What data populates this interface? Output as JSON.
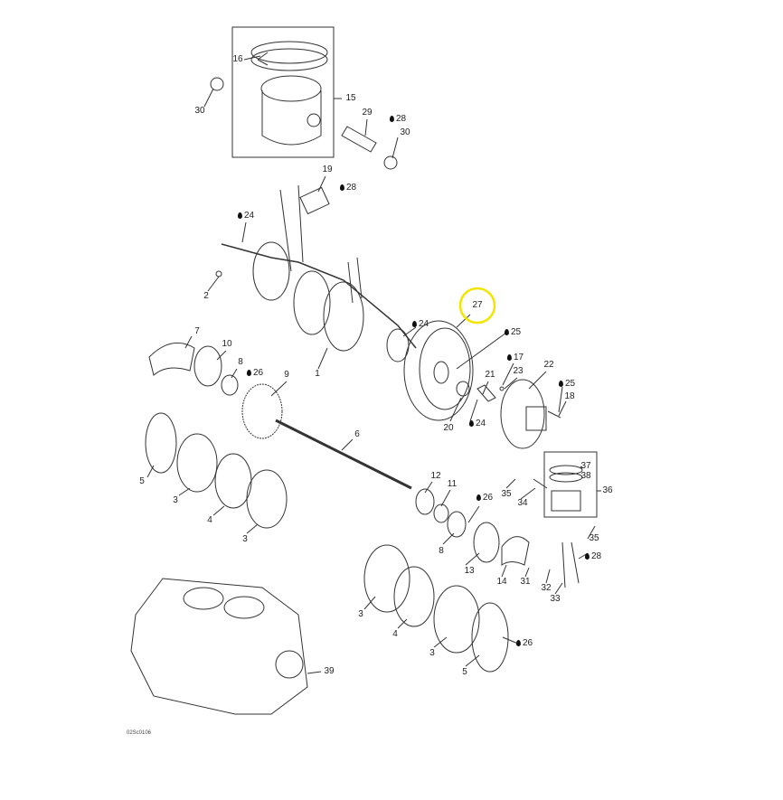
{
  "diagram_code": "02Sc0106",
  "highlight_color": "#f2e600",
  "highlighted_part": "27",
  "callouts": [
    {
      "num": "16",
      "oil": false
    },
    {
      "num": "15",
      "oil": false
    },
    {
      "num": "30",
      "oil": false
    },
    {
      "num": "29",
      "oil": false
    },
    {
      "num": "28",
      "oil": true
    },
    {
      "num": "30",
      "oil": false
    },
    {
      "num": "19",
      "oil": false
    },
    {
      "num": "28",
      "oil": true
    },
    {
      "num": "24",
      "oil": true
    },
    {
      "num": "2",
      "oil": false
    },
    {
      "num": "27",
      "oil": false
    },
    {
      "num": "24",
      "oil": true
    },
    {
      "num": "25",
      "oil": true
    },
    {
      "num": "7",
      "oil": false
    },
    {
      "num": "10",
      "oil": false
    },
    {
      "num": "1",
      "oil": false
    },
    {
      "num": "17",
      "oil": true
    },
    {
      "num": "8",
      "oil": false
    },
    {
      "num": "26",
      "oil": true
    },
    {
      "num": "23",
      "oil": false
    },
    {
      "num": "9",
      "oil": false
    },
    {
      "num": "21",
      "oil": false
    },
    {
      "num": "22",
      "oil": false
    },
    {
      "num": "25",
      "oil": true
    },
    {
      "num": "18",
      "oil": false
    },
    {
      "num": "20",
      "oil": false
    },
    {
      "num": "24",
      "oil": true
    },
    {
      "num": "6",
      "oil": false
    },
    {
      "num": "37",
      "oil": false
    },
    {
      "num": "38",
      "oil": false
    },
    {
      "num": "36",
      "oil": false
    },
    {
      "num": "12",
      "oil": false
    },
    {
      "num": "11",
      "oil": false
    },
    {
      "num": "26",
      "oil": true
    },
    {
      "num": "35",
      "oil": false
    },
    {
      "num": "34",
      "oil": false
    },
    {
      "num": "5",
      "oil": false
    },
    {
      "num": "3",
      "oil": false
    },
    {
      "num": "4",
      "oil": false
    },
    {
      "num": "3",
      "oil": false
    },
    {
      "num": "8",
      "oil": false
    },
    {
      "num": "35",
      "oil": false
    },
    {
      "num": "28",
      "oil": true
    },
    {
      "num": "13",
      "oil": false
    },
    {
      "num": "14",
      "oil": false
    },
    {
      "num": "31",
      "oil": false
    },
    {
      "num": "32",
      "oil": false
    },
    {
      "num": "33",
      "oil": false
    },
    {
      "num": "3",
      "oil": false
    },
    {
      "num": "4",
      "oil": false
    },
    {
      "num": "3",
      "oil": false
    },
    {
      "num": "5",
      "oil": false
    },
    {
      "num": "26",
      "oil": true
    },
    {
      "num": "39",
      "oil": false
    }
  ]
}
